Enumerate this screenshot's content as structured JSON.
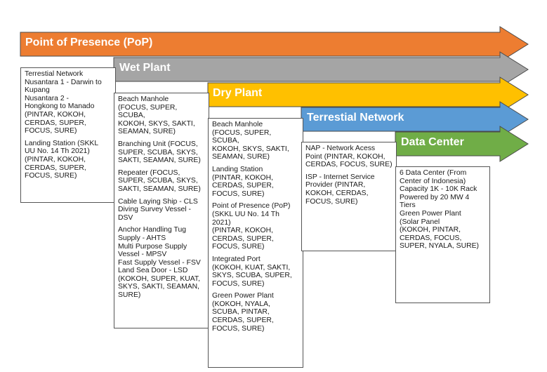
{
  "stages": [
    {
      "id": "pop",
      "label": "Point of Presence (PoP)",
      "color": "#ed7d31",
      "items": [
        "Terrestial Network\nNusantara 1 - Darwin to\nKupang",
        "Nusantara 2 -\nHongkong to Manado\n(PINTAR, KOKOH,\nCERDAS, SUPER,\nFOCUS, SURE)",
        "Landing Station (SKKL\nUU No. 14 Th 2021)\n(PINTAR, KOKOH,\nCERDAS, SUPER,\nFOCUS, SURE)"
      ]
    },
    {
      "id": "wet",
      "label": "Wet Plant",
      "color": "#a5a5a5",
      "items": [
        "Beach Manhole\n(FOCUS, SUPER, SCUBA,\nKOKOH, SKYS, SAKTI,\nSEAMAN, SURE)",
        "Branching Unit (FOCUS,\nSUPER, SCUBA, SKYS,\nSAKTI, SEAMAN, SURE)",
        "Repeater (FOCUS,\nSUPER, SCUBA, SKYS,\nSAKTI, SEAMAN, SURE)",
        "Cable Laying Ship - CLS\nDiving Survey Vessel -\nDSV",
        "Anchor Handling Tug\nSupply - AHTS\nMulti Purpose Supply\nVessel - MPSV\nFast Supply Vessel - FSV\nLand Sea Door - LSD\n(KOKOH, SUPER, KUAT,\nSKYS, SAKTI, SEAMAN,\nSURE)"
      ]
    },
    {
      "id": "dry",
      "label": "Dry Plant",
      "color": "#ffc000",
      "items": [
        "Beach Manhole\n(FOCUS, SUPER, SCUBA,\nKOKOH, SKYS, SAKTI,\nSEAMAN, SURE)",
        "Landing Station\n(PINTAR, KOKOH,\nCERDAS, SUPER,\nFOCUS, SURE)",
        "Point of Presence (PoP)\n(SKKL UU No. 14 Th\n2021)\n(PINTAR, KOKOH,\nCERDAS, SUPER,\nFOCUS, SURE)",
        "Integrated Port\n(KOKOH, KUAT, SAKTI,\nSKYS, SCUBA, SUPER,\nFOCUS, SURE)",
        "Green Power Plant\n(KOKOH, NYALA,\nSCUBA, PINTAR,\nCERDAS, SUPER,\nFOCUS, SURE)"
      ]
    },
    {
      "id": "terrestial",
      "label": "Terrestial Network",
      "color": "#5b9bd5",
      "items": [
        "NAP - Network Acess\nPoint (PINTAR, KOKOH,\nCERDAS, FOCUS, SURE)",
        "ISP -  Internet Service\nProvider (PINTAR,\nKOKOH, CERDAS,\nFOCUS, SURE)"
      ]
    },
    {
      "id": "datacenter",
      "label": "Data Center",
      "color": "#70ad47",
      "items": [
        "6 Data Center (From\nCenter of Indonesia)\nCapacity 1K - 10K Rack\nPowered by 20 MW  4\nTiers\nGreen Power Plant\n(Solar Panel\n(KOKOH, PINTAR,\nCERDAS, FOCUS,\nSUPER, NYALA, SURE)"
      ]
    }
  ]
}
